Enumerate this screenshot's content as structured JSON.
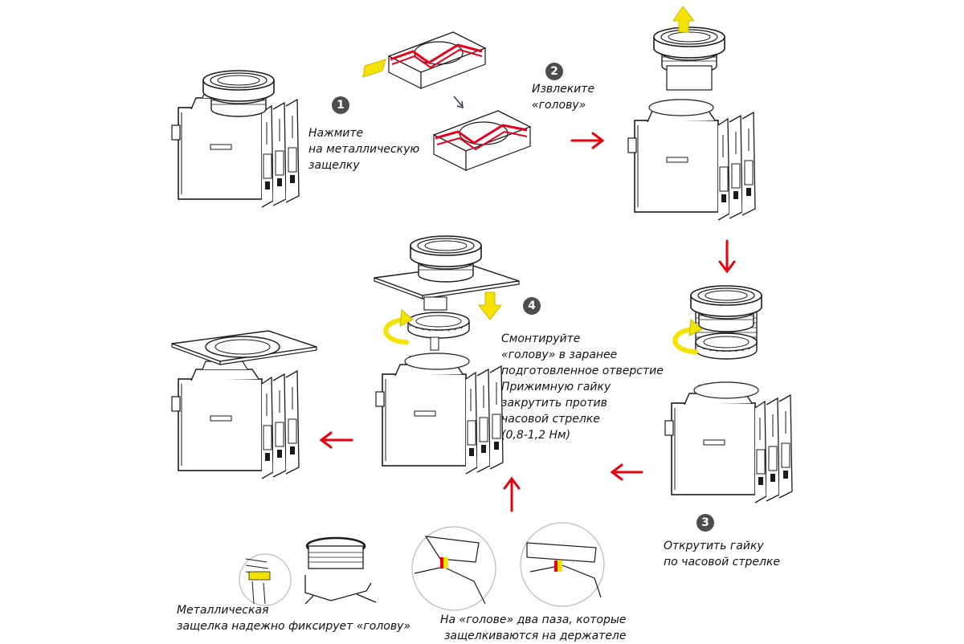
{
  "steps": [
    {
      "number": "1",
      "text": "Нажмите\nна металлическую\nзащелку"
    },
    {
      "number": "2",
      "text": "Извлеките\n«голову»"
    },
    {
      "number": "3",
      "text": "Открутить гайку\nпо часовой стрелке"
    },
    {
      "number": "4",
      "text": "Смонтируйте\n«голову» в заранее\nподготовленное отверстие\nПрижимную гайку\nзакрутить против\nчасовой стрелке\n(0,8-1,2 Нм)"
    }
  ],
  "notes": {
    "latch": "Металлическая\nзащелка надежно фиксирует «голову»",
    "grooves": "На «голове» два паза, которые\nзащелкиваются на держателе"
  },
  "colors": {
    "flow_arrow": "#e8000d",
    "motion_arrow": "#f4e300",
    "latch_highlight": "#e8001c",
    "line": "#1a1a1a"
  }
}
